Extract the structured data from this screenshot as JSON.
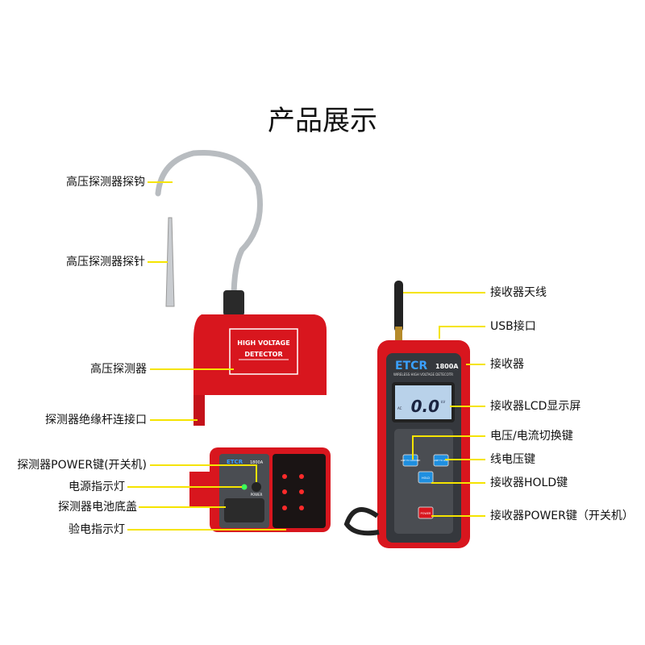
{
  "title": "产品展示",
  "left_labels": [
    "高压探测器探钩",
    "高压探测器探针",
    "高压探测器",
    "探测器绝缘杆连接口",
    "探测器POWER键(开关机)",
    "电源指示灯",
    "探测器电池底盖",
    "验电指示灯"
  ],
  "right_labels": [
    "接收器天线",
    "USB接口",
    "接收器",
    "接收器LCD显示屏",
    "电压/电流切换键",
    "线电压键",
    "接收器HOLD键",
    "接收器POWER键（开关机）"
  ],
  "detector": {
    "line1": "HIGH VOLTAGE",
    "line2": "DETECTOR"
  },
  "small_detector": {
    "brand": "ETCR",
    "model": "1800A",
    "power": "POWER"
  },
  "receiver": {
    "brand": "ETCR",
    "model": "1800A",
    "subtitle": "WIRELESS HIGH VOLTAGE DETECOTR",
    "reading": "0.0",
    "unit": "kV",
    "mode": "AC",
    "btn_ground": "LINE TO GROUND",
    "btn_line": "LINE TO LINE",
    "btn_hold": "HOLD",
    "btn_power": "POWER"
  },
  "colors": {
    "device_red": "#d8161e",
    "leader": "#f5e400",
    "panel": "#3a3d42",
    "lcd": "#b9d2ea",
    "button_blue": "#1e8fe0"
  }
}
